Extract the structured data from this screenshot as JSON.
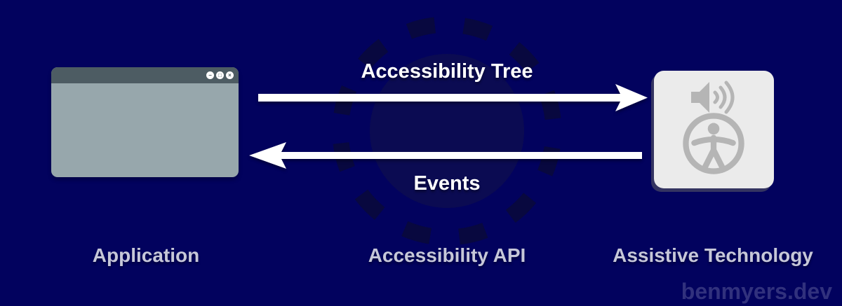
{
  "diagram": {
    "arrows": {
      "top": {
        "label": "Accessibility Tree",
        "direction": "right"
      },
      "bottom": {
        "label": "Events",
        "direction": "left"
      }
    },
    "nodes": {
      "application": {
        "label": "Application"
      },
      "api": {
        "label": "Accessibility API"
      },
      "assistive_technology": {
        "label": "Assistive Technology"
      }
    },
    "window": {
      "controls": {
        "minimize": {
          "glyph": "−"
        },
        "restore": {
          "glyph": "□"
        },
        "close": {
          "glyph": "×"
        }
      }
    },
    "watermark": "benmyers.dev",
    "colors": {
      "background": "#02025e",
      "gear_fill": "#0b0b52",
      "gear_dash": "#08083f",
      "arrow": "#ffffff",
      "arrow_label": "#ffffff",
      "node_label": "#c6c7d8",
      "watermark": "#31317d",
      "window_titlebar": "#4d5c63",
      "window_body": "#97a7ac",
      "at_box": "#ebebeb",
      "at_icon": "#b5b5b5"
    }
  }
}
